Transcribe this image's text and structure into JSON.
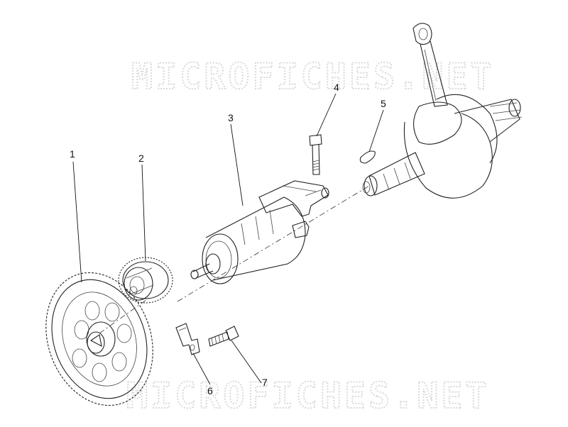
{
  "watermark": {
    "text": "MICROFICHES.NET"
  },
  "callouts": [
    {
      "id": "1",
      "label": "1"
    },
    {
      "id": "2",
      "label": "2"
    },
    {
      "id": "3",
      "label": "3"
    },
    {
      "id": "4",
      "label": "4"
    },
    {
      "id": "5",
      "label": "5"
    },
    {
      "id": "6",
      "label": "6"
    },
    {
      "id": "7",
      "label": "7"
    }
  ],
  "colors": {
    "line": "#222222",
    "watermark": "#d9d9d9",
    "background": "#ffffff"
  }
}
